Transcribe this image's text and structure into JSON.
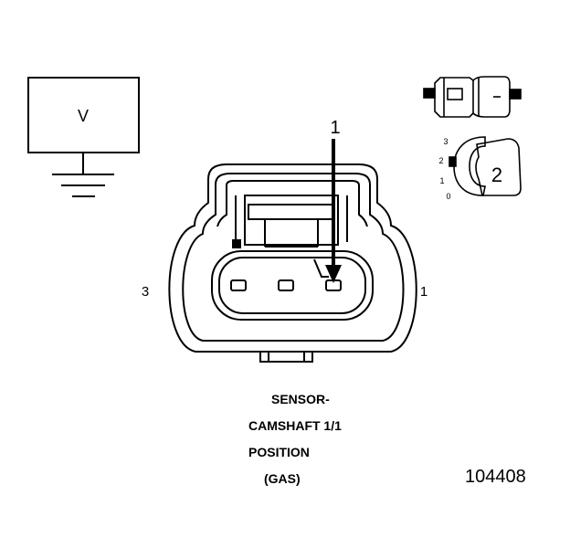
{
  "meter": {
    "symbol": "V"
  },
  "callout": {
    "number": "1"
  },
  "connector": {
    "pin_left": "3",
    "pin_right": "1"
  },
  "inset": {
    "scale": [
      "3",
      "2",
      "1",
      "0"
    ],
    "view_number": "2"
  },
  "caption": {
    "line1": "SENSOR-",
    "line2": "CAMSHAFT 1/1",
    "line3": "POSITION",
    "line4": "(GAS)"
  },
  "figure_id": "104408",
  "colors": {
    "ink": "#000000",
    "paper": "#ffffff"
  }
}
